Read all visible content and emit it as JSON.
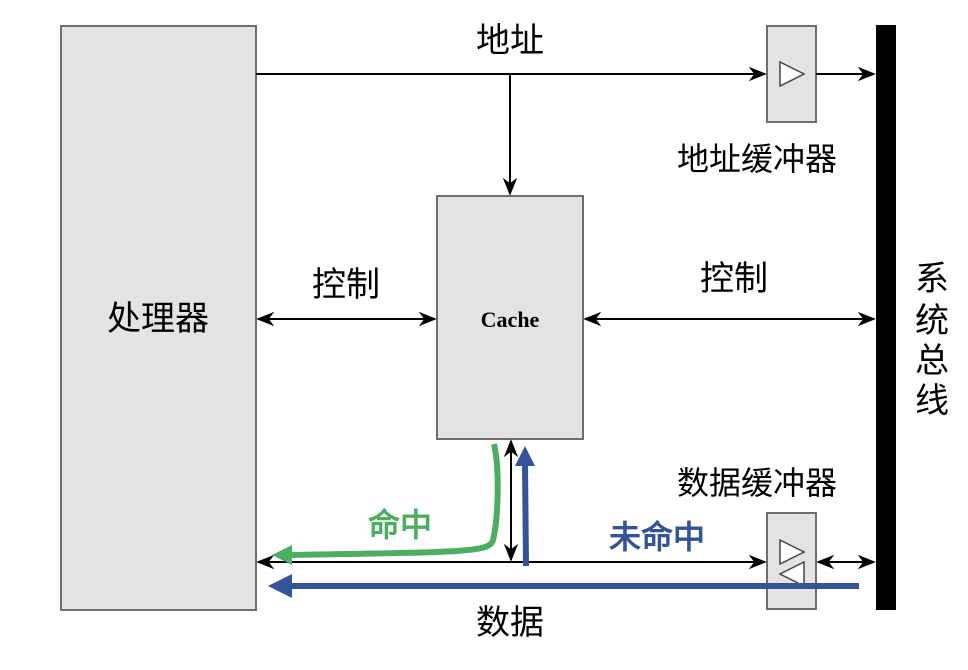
{
  "diagram": {
    "nodes": {
      "processor": {
        "label": "处理器"
      },
      "cache": {
        "label": "Cache"
      },
      "address_buffer": {
        "label": "地址缓冲器"
      },
      "data_buffer": {
        "label": "数据缓冲器"
      },
      "system_bus": {
        "label": "系统总线",
        "chars": [
          "系",
          "统",
          "总",
          "线"
        ]
      }
    },
    "edge_labels": {
      "address": "地址",
      "control_left": "控制",
      "control_right": "控制",
      "data": "数据",
      "hit": "命中",
      "miss": "未命中"
    },
    "colors": {
      "hit": "#4caf5f",
      "miss": "#33549a",
      "box_fill": "#e3e3e3",
      "bus": "#000000"
    }
  }
}
